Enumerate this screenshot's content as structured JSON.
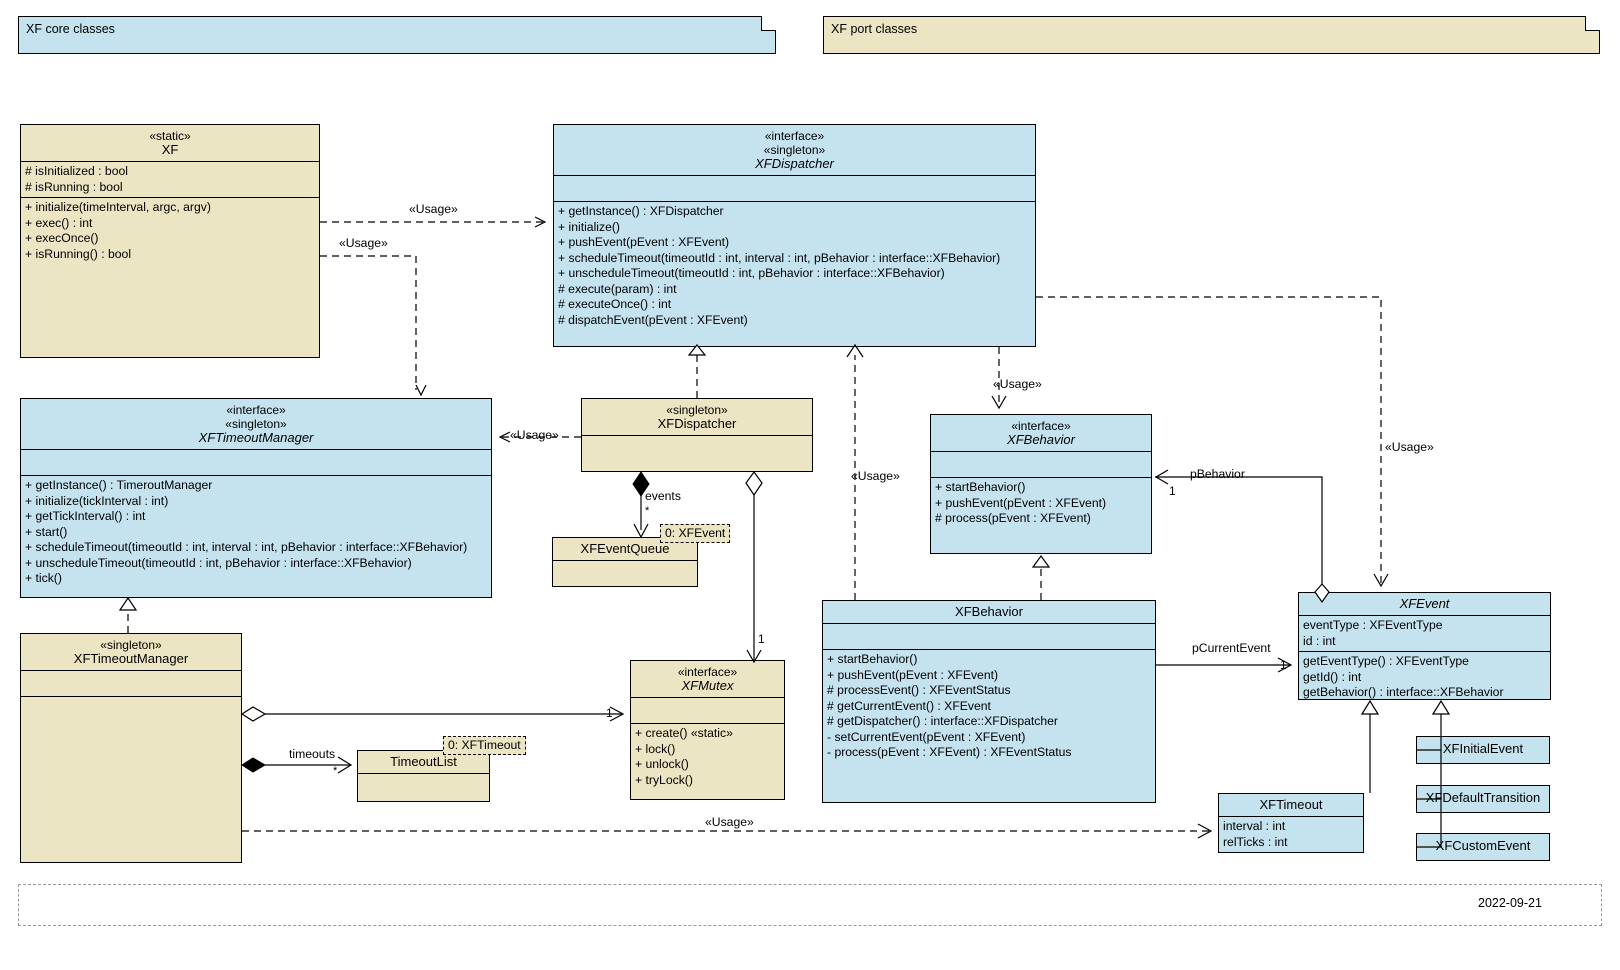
{
  "diagram": {
    "type": "uml-class-diagram",
    "footer_date": "2022-09-21",
    "colors": {
      "core_fill": "#c5e3ef",
      "port_fill": "#ece5c3",
      "line": "#000000",
      "frame": "#9a9a9a"
    }
  },
  "legend": {
    "core": {
      "label": "XF core classes"
    },
    "port": {
      "label": "XF port classes"
    }
  },
  "classes": {
    "xf": {
      "stereotype": "«static»",
      "name": "XF",
      "attributes": [
        "# isInitialized : bool",
        "# isRunning : bool"
      ],
      "operations": [
        "+ initialize(timeInterval, argc, argv)",
        "+ exec() : int",
        "+ execOnce()",
        "+ isRunning() : bool"
      ]
    },
    "xfdispatcher_if": {
      "stereotype1": "«interface»",
      "stereotype2": "«singleton»",
      "name": "XFDispatcher",
      "attributes": [],
      "operations": [
        "+ getInstance() : XFDispatcher",
        "+ initialize()",
        "+ pushEvent(pEvent : XFEvent)",
        "+ scheduleTimeout(timeoutId : int, interval : int, pBehavior : interface::XFBehavior)",
        "+ unscheduleTimeout(timeoutId : int, pBehavior : interface::XFBehavior)",
        "# execute(param) : int",
        "# executeOnce() : int",
        "# dispatchEvent(pEvent : XFEvent)"
      ]
    },
    "xftimeoutmanager_if": {
      "stereotype1": "«interface»",
      "stereotype2": "«singleton»",
      "name": "XFTimeoutManager",
      "attributes": [],
      "operations": [
        "+ getInstance() : TimeroutManager",
        "+ initialize(tickInterval : int)",
        "+ getTickInterval() : int",
        "+ start()",
        "+ scheduleTimeout(timeoutId : int, interval : int, pBehavior : interface::XFBehavior)",
        "+ unscheduleTimeout(timeoutId : int, pBehavior : interface::XFBehavior)",
        "+ tick()"
      ]
    },
    "xfdispatcher_impl": {
      "stereotype": "«singleton»",
      "name": "XFDispatcher",
      "attributes": [],
      "operations": []
    },
    "xfeventqueue": {
      "name": "XFEventQueue",
      "template_binding": "0: XFEvent",
      "attributes": [],
      "operations": []
    },
    "xfbehavior_if": {
      "stereotype": "«interface»",
      "name": "XFBehavior",
      "attributes": [],
      "operations": [
        "+ startBehavior()",
        "+ pushEvent(pEvent : XFEvent)",
        "# process(pEvent : XFEvent)"
      ]
    },
    "xfbehavior_impl": {
      "name": "XFBehavior",
      "attributes": [],
      "operations": [
        "+ startBehavior()",
        "+ pushEvent(pEvent : XFEvent)",
        "# processEvent() : XFEventStatus",
        "# getCurrentEvent() : XFEvent",
        "# getDispatcher() : interface::XFDispatcher",
        "- setCurrentEvent(pEvent : XFEvent)",
        "- process(pEvent : XFEvent) : XFEventStatus"
      ]
    },
    "xftimeoutmanager_impl": {
      "stereotype": "«singleton»",
      "name": "XFTimeoutManager",
      "attributes": [],
      "operations": []
    },
    "timeoutlist": {
      "name": "TimeoutList",
      "template_binding": "0: XFTimeout",
      "attributes": [],
      "operations": []
    },
    "xfmutex": {
      "stereotype": "«interface»",
      "name": "XFMutex",
      "attributes": [],
      "operations": [
        "+ create() «static»",
        "+ lock()",
        "+ unlock()",
        "+ tryLock()"
      ]
    },
    "xfevent": {
      "name": "XFEvent",
      "attributes": [
        "eventType : XFEventType",
        "id : int"
      ],
      "operations": [
        "getEventType() : XFEventType",
        "getId() : int",
        "getBehavior() : interface::XFBehavior"
      ]
    },
    "xftimeout": {
      "name": "XFTimeout",
      "attributes": [
        "interval : int",
        "relTicks : int"
      ],
      "operations": []
    },
    "xfinitialevent": {
      "name": "XFInitialEvent"
    },
    "xfdefaulttransition": {
      "name": "XFDefaultTransition"
    },
    "xfcustomevent": {
      "name": "XFCustomEvent"
    }
  },
  "connector_labels": {
    "usage_1": "«Usage»",
    "usage_2": "«Usage»",
    "usage_3": "«Usage»",
    "usage_4": "«Usage»",
    "usage_5": "«Usage»",
    "usage_6": "«Usage»",
    "usage_7": "«Usage»",
    "role_events": "events",
    "mult_events": "*",
    "role_timeouts": "timeouts",
    "mult_timeouts": "*",
    "role_pbehavior": "pBehavior",
    "mult_pbehavior": "1",
    "role_pcurrentevent": "pCurrentEvent",
    "mult_pcurrentevent": "1",
    "mult_mutex_top": "1",
    "mult_mutex_left": "1"
  }
}
